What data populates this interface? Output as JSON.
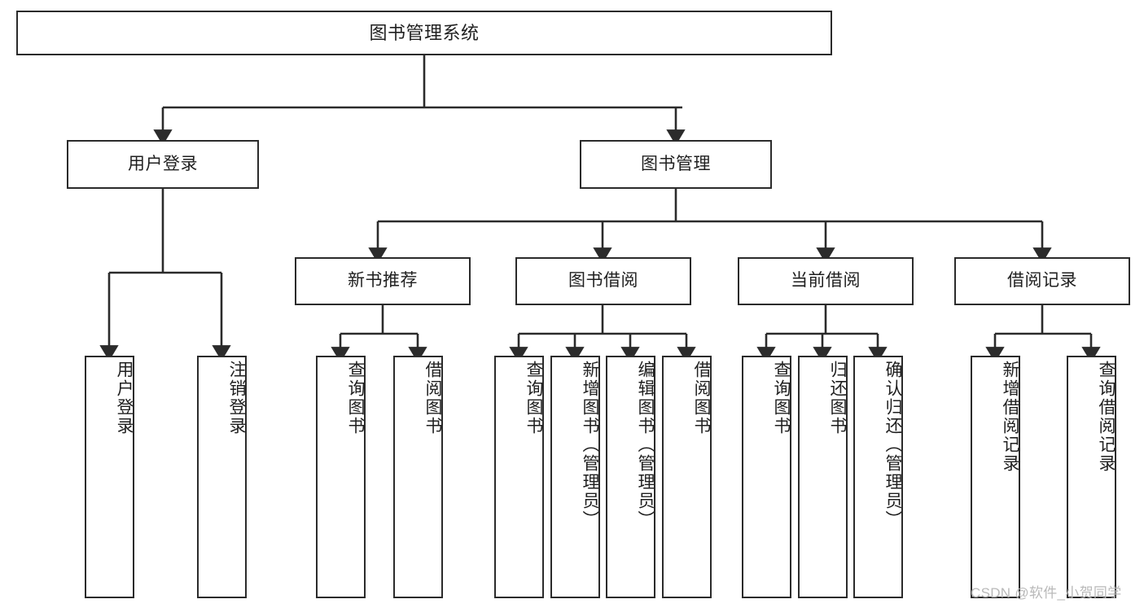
{
  "diagram": {
    "type": "tree-hierarchy-chart",
    "title": "图书管理系统",
    "watermark": "CSDN @软件_小贺同学",
    "colors": {
      "box_border": "#2b2b2b",
      "box_fill": "#ffffff",
      "connector": "#2b2b2b",
      "text": "#1f1f1f",
      "watermark": "#b9b9b9",
      "background": "#ffffff"
    },
    "nodes": {
      "root": {
        "label": "图书管理系统"
      },
      "level2": [
        {
          "id": "user-login",
          "label": "用户登录"
        },
        {
          "id": "book-manage",
          "label": "图书管理"
        }
      ],
      "level3": [
        {
          "id": "new-book-recommend",
          "label": "新书推荐"
        },
        {
          "id": "book-borrow",
          "label": "图书借阅"
        },
        {
          "id": "current-borrow",
          "label": "当前借阅"
        },
        {
          "id": "borrow-record",
          "label": "借阅记录"
        }
      ],
      "leaves": {
        "user-login": [
          {
            "id": "leaf-user-login",
            "label": "用户登录"
          },
          {
            "id": "leaf-logout-login",
            "label": "注销登录"
          }
        ],
        "new-book-recommend": [
          {
            "id": "leaf-query-book-1",
            "label": "查询图书"
          },
          {
            "id": "leaf-borrow-book-1",
            "label": "借阅图书"
          }
        ],
        "book-borrow": [
          {
            "id": "leaf-query-book-2",
            "label": "查询图书"
          },
          {
            "id": "leaf-add-book",
            "label": "新增图书（管理员）"
          },
          {
            "id": "leaf-edit-book",
            "label": "编辑图书（管理员）"
          },
          {
            "id": "leaf-borrow-book-2",
            "label": "借阅图书"
          }
        ],
        "current-borrow": [
          {
            "id": "leaf-query-book-3",
            "label": "查询图书"
          },
          {
            "id": "leaf-return-book",
            "label": "归还图书"
          },
          {
            "id": "leaf-confirm-return",
            "label": "确认归还（管理员）"
          }
        ],
        "borrow-record": [
          {
            "id": "leaf-add-borrow-record",
            "label": "新增借阅记录"
          },
          {
            "id": "leaf-query-borrow-record",
            "label": "查询借阅记录"
          }
        ]
      }
    }
  }
}
